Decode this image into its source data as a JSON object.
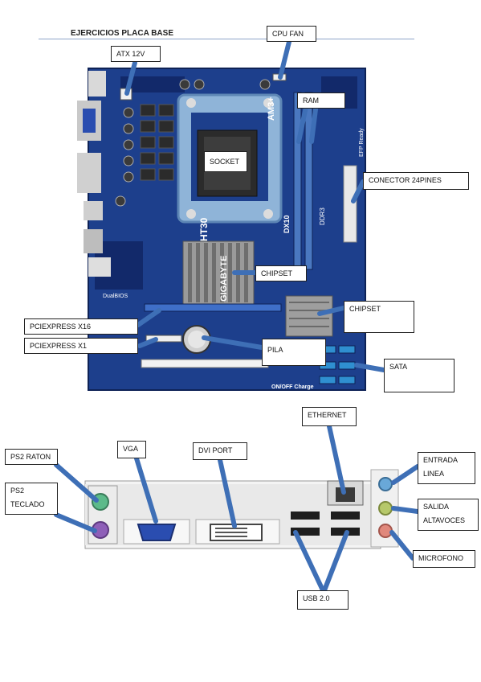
{
  "document": {
    "title": "EJERCICIOS PLACA BASE"
  },
  "labels": {
    "cpu_fan": "CPU FAN",
    "atx12v": "ATX 12V",
    "ram": "RAM",
    "socket": "SOCKET",
    "conector24": "CONECTOR 24PINES",
    "chipset_north": "CHIPSET",
    "chipset_south": "CHIPSET",
    "pciex16": "PCIEXPRESS X16",
    "pciex1": "PCIEXPRESS X1",
    "pila": "PILA",
    "sata": "SATA",
    "ethernet": "ETHERNET",
    "ps2_raton": "PS2 RATON",
    "ps2_teclado_1": "PS2",
    "ps2_teclado_2": "TECLADO",
    "vga": "VGA",
    "dvi_port": "DVI PORT",
    "entrada_1": "ENTRADA",
    "entrada_2": "LINEA",
    "salida_1": "SALIDA",
    "salida_2": "ALTAVOCES",
    "microfono": "MICROFONO",
    "usb": "USB 2.0"
  },
  "board_markings": {
    "brand": "GIGABYTE",
    "model": "HT30",
    "socket_type": "AM3+",
    "memory_type": "DDR3",
    "dx": "DX10",
    "dualbios": "DualBIOS",
    "efp": "EFP Ready",
    "onoff": "ON/OFF Charge"
  },
  "colors": {
    "pcb": "#1d3f8c",
    "pcb_dark": "#12296a",
    "arrow": "#3e6fb6",
    "socket_frame": "#8fb4d8",
    "heatsink": "#9a9a9a",
    "ram_slot": "#4a78c0",
    "sata": "#2f8fd0",
    "ps2_mouse": "#5cba8a",
    "ps2_keyboard": "#8e5fb8",
    "vga_blue": "#2a4db0",
    "audio_blue": "#69a8d8",
    "audio_green": "#b6c86a",
    "audio_pink": "#e0887c"
  }
}
